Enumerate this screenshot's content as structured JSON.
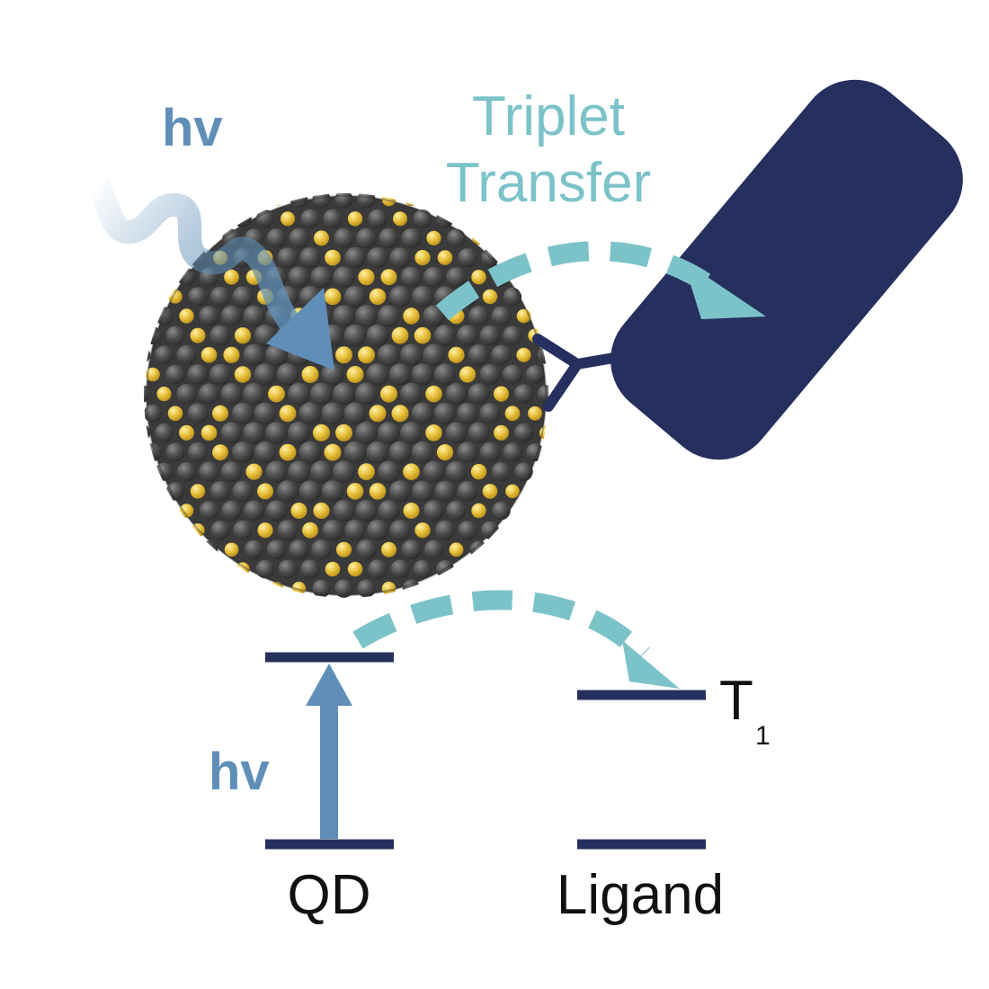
{
  "labels": {
    "hv_top": "hv",
    "triplet_line1": "Triplet",
    "triplet_line2": "Transfer",
    "hv_bottom": "hv",
    "t1_main": "T",
    "t1_sub": "1",
    "qd": "QD",
    "ligand": "Ligand"
  },
  "colors": {
    "photon": "#5f8fb8",
    "triplet": "#7cc3c9",
    "ligand_navy": "#26305f",
    "qd_dark": "#4b4b4b",
    "qd_gold": "#e9c23e",
    "level_line": "#26305f",
    "label_black": "#111111"
  },
  "icons": {
    "nanocrystal": "quantum-dot-sphere-icon",
    "ligand": "ligand-capsule-icon",
    "photon": "wavy-photon-arrow-icon"
  }
}
